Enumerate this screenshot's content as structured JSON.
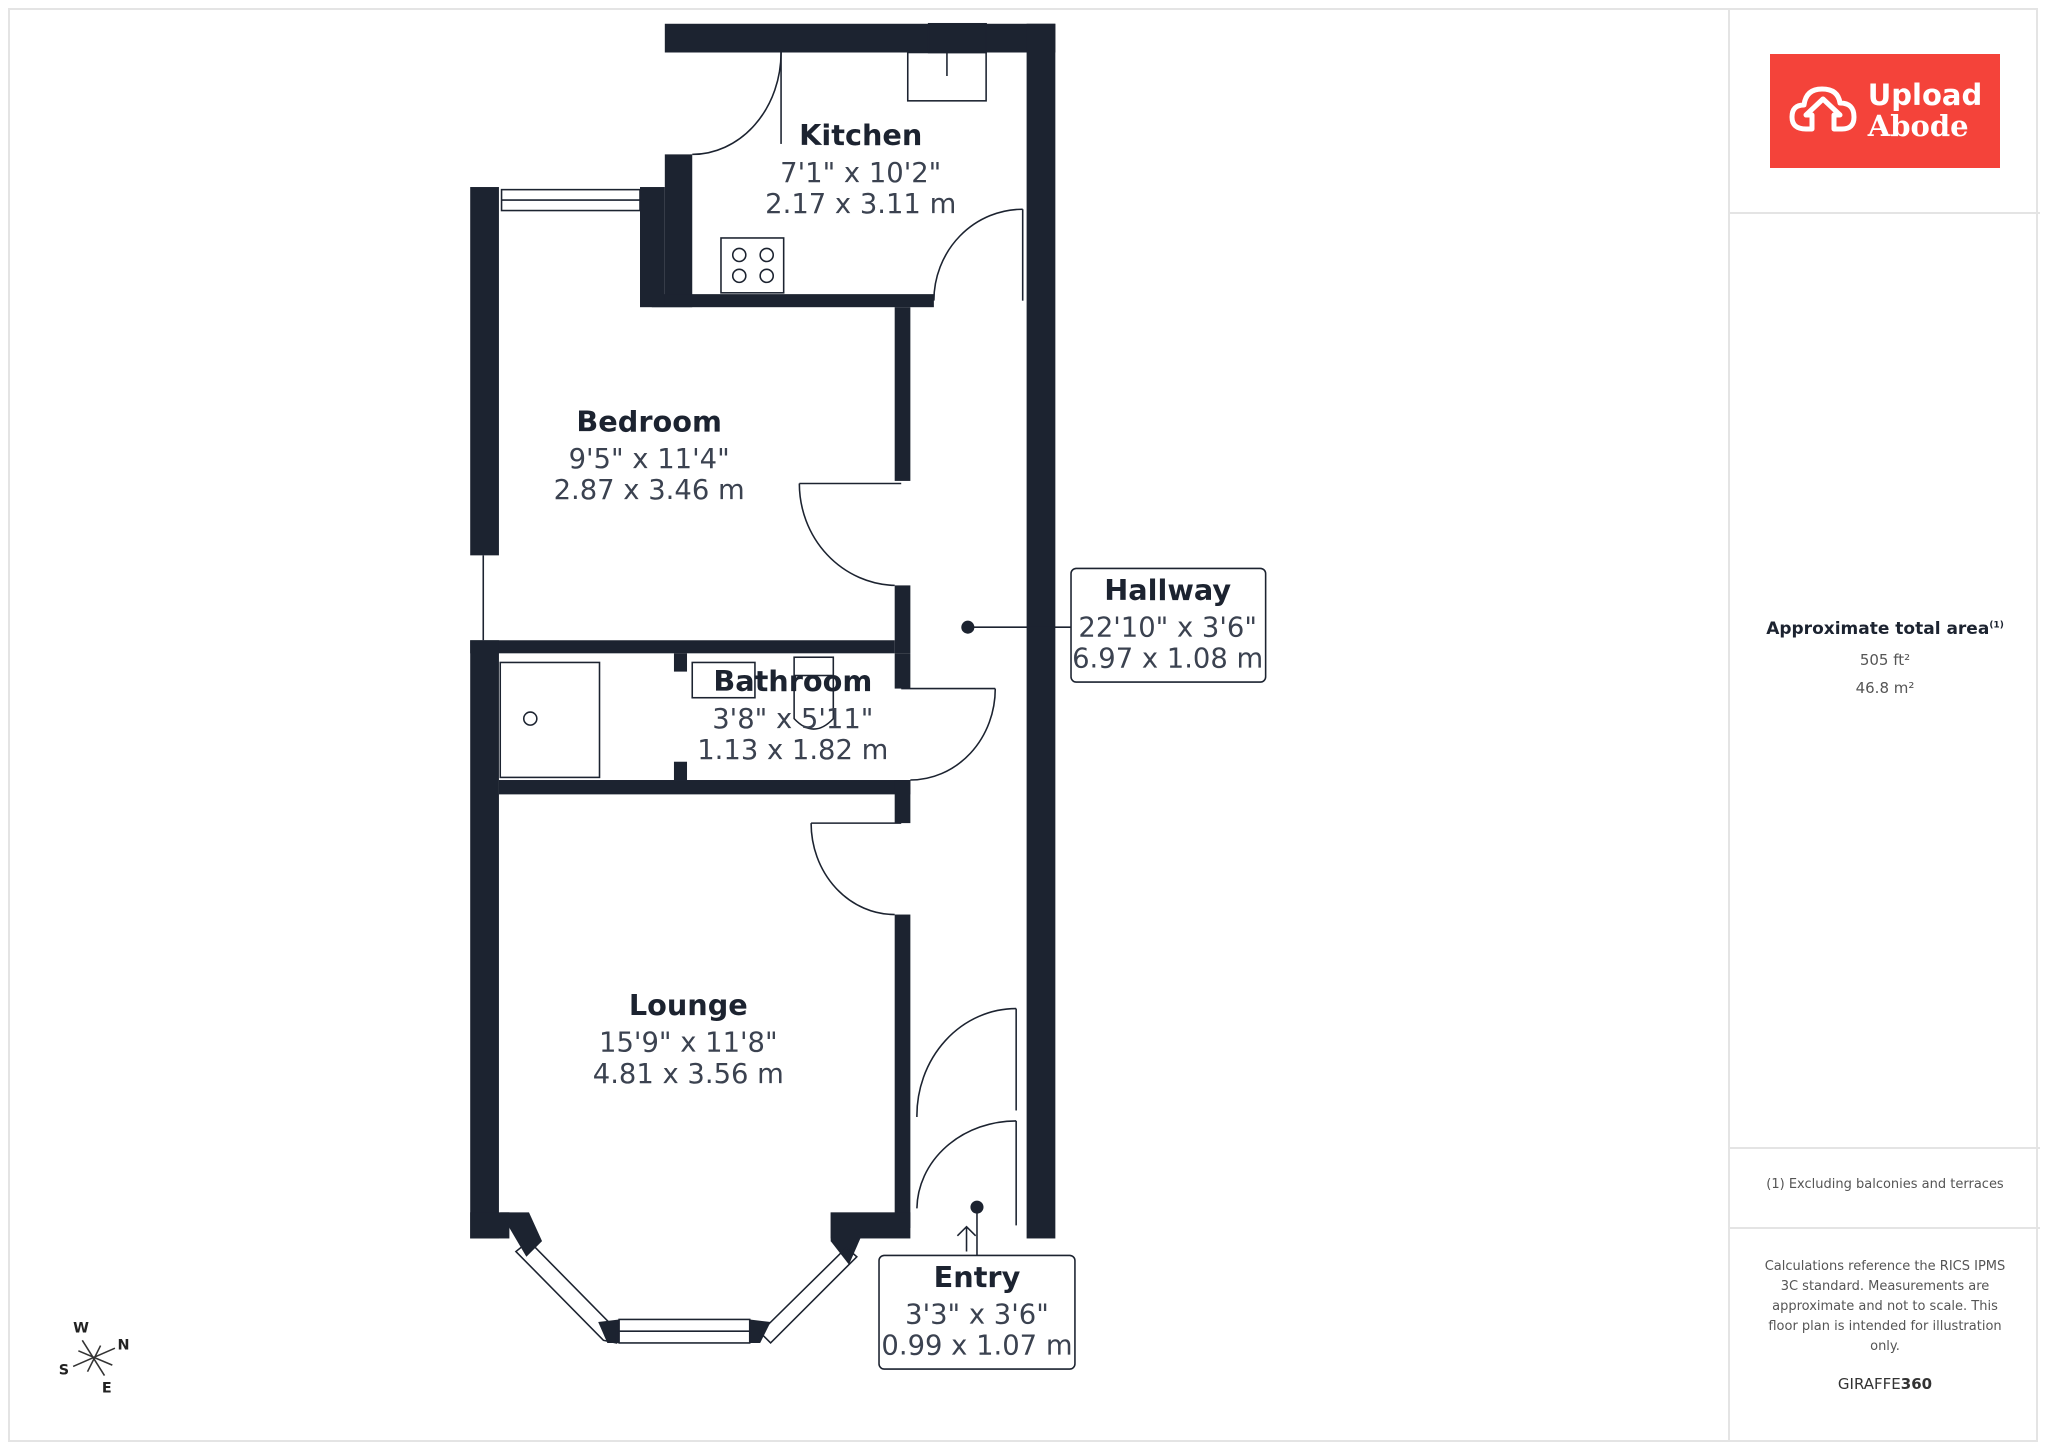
{
  "rooms": {
    "kitchen": {
      "name": "Kitchen",
      "imperial": "7'1\" x 10'2\"",
      "metric": "2.17 x 3.11 m"
    },
    "bedroom": {
      "name": "Bedroom",
      "imperial": "9'5\" x 11'4\"",
      "metric": "2.87 x 3.46 m"
    },
    "hallway": {
      "name": "Hallway",
      "imperial": "22'10\" x 3'6\"",
      "metric": "6.97 x 1.08 m"
    },
    "bathroom": {
      "name": "Bathroom",
      "imperial": "3'8\" x 5'11\"",
      "metric": "1.13 x 1.82 m"
    },
    "lounge": {
      "name": "Lounge",
      "imperial": "15'9\" x 11'8\"",
      "metric": "4.81 x 3.56 m"
    },
    "entry": {
      "name": "Entry",
      "imperial": "3'3\" x 3'6\"",
      "metric": "0.99 x 1.07 m"
    }
  },
  "compass": {
    "w": "W",
    "n": "N",
    "s": "S",
    "e": "E"
  },
  "panel": {
    "logo_line1": "Upload",
    "logo_line2": "Abode",
    "brand_color": "#f4433a",
    "area_title": "Approximate total area",
    "area_sup": "(1)",
    "area_ft": "505 ft²",
    "area_m": "46.8 m²",
    "footnote": "(1) Excluding balconies and terraces",
    "disclaimer": "Calculations reference the RICS IPMS 3C standard. Measurements are approximate and not to scale. This floor plan is intended for illustration only.",
    "credit_a": "GIRAFFE",
    "credit_b": "360"
  }
}
